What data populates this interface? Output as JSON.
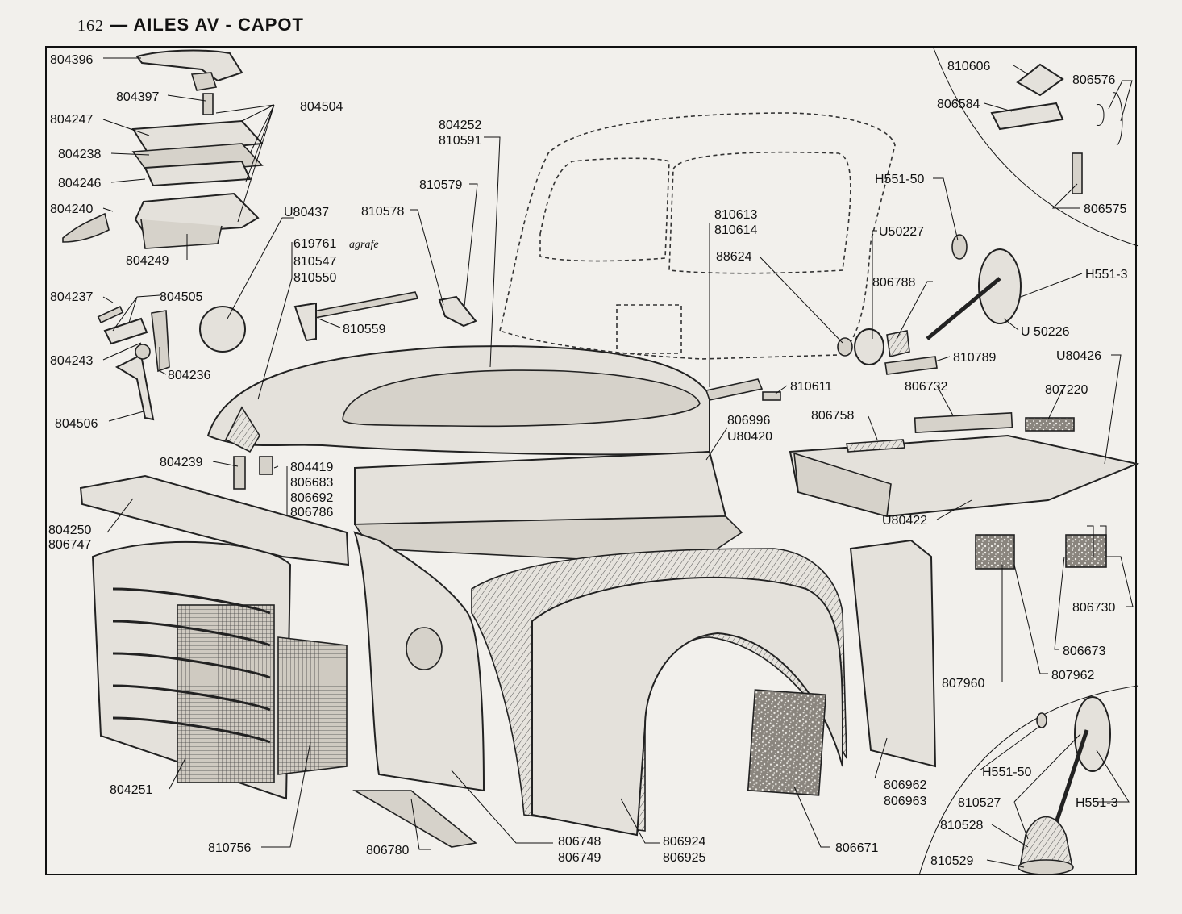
{
  "header": {
    "page_number": "162",
    "title": "— AILES AV - CAPOT"
  },
  "labels": [
    {
      "id": "804396",
      "text": "804396"
    },
    {
      "id": "804397",
      "text": "804397"
    },
    {
      "id": "804504",
      "text": "804504"
    },
    {
      "id": "804247",
      "text": "804247"
    },
    {
      "id": "804238",
      "text": "804238"
    },
    {
      "id": "804246",
      "text": "804246"
    },
    {
      "id": "804240",
      "text": "804240"
    },
    {
      "id": "804249",
      "text": "804249"
    },
    {
      "id": "u80437",
      "text": "U80437"
    },
    {
      "id": "619761",
      "text": "619761"
    },
    {
      "id": "agrafe",
      "text": "agrafe"
    },
    {
      "id": "810547",
      "text": "810547"
    },
    {
      "id": "810550",
      "text": "810550"
    },
    {
      "id": "804237",
      "text": "804237"
    },
    {
      "id": "804505",
      "text": "804505"
    },
    {
      "id": "804243",
      "text": "804243"
    },
    {
      "id": "804236",
      "text": "804236"
    },
    {
      "id": "804506",
      "text": "804506"
    },
    {
      "id": "804252",
      "text": "804252"
    },
    {
      "id": "810591",
      "text": "810591"
    },
    {
      "id": "810579",
      "text": "810579"
    },
    {
      "id": "810578",
      "text": "810578"
    },
    {
      "id": "810559",
      "text": "810559"
    },
    {
      "id": "810613",
      "text": "810613"
    },
    {
      "id": "810614",
      "text": "810614"
    },
    {
      "id": "88624",
      "text": "88624"
    },
    {
      "id": "u50227",
      "text": "U50227"
    },
    {
      "id": "h551-50a",
      "text": "H551-50"
    },
    {
      "id": "810606",
      "text": "810606"
    },
    {
      "id": "806576",
      "text": "806576"
    },
    {
      "id": "806584",
      "text": "806584"
    },
    {
      "id": "806575",
      "text": "806575"
    },
    {
      "id": "h551-3a",
      "text": "H551-3"
    },
    {
      "id": "806788",
      "text": "806788"
    },
    {
      "id": "u50226",
      "text": "U 50226"
    },
    {
      "id": "810789",
      "text": "810789"
    },
    {
      "id": "u80426",
      "text": "U80426"
    },
    {
      "id": "810611",
      "text": "810611"
    },
    {
      "id": "806732",
      "text": "806732"
    },
    {
      "id": "807220",
      "text": "807220"
    },
    {
      "id": "806996",
      "text": "806996"
    },
    {
      "id": "u80420",
      "text": "U80420"
    },
    {
      "id": "806758",
      "text": "806758"
    },
    {
      "id": "804239",
      "text": "804239"
    },
    {
      "id": "804419",
      "text": "804419"
    },
    {
      "id": "806683",
      "text": "806683"
    },
    {
      "id": "806692",
      "text": "806692"
    },
    {
      "id": "806786",
      "text": "806786"
    },
    {
      "id": "u80422",
      "text": "U80422"
    },
    {
      "id": "804250",
      "text": "804250"
    },
    {
      "id": "806747",
      "text": "806747"
    },
    {
      "id": "806730",
      "text": "806730"
    },
    {
      "id": "806673",
      "text": "806673"
    },
    {
      "id": "807962",
      "text": "807962"
    },
    {
      "id": "807960",
      "text": "807960"
    },
    {
      "id": "h551-50b",
      "text": "H551-50"
    },
    {
      "id": "810527",
      "text": "810527"
    },
    {
      "id": "h551-3b",
      "text": "H551-3"
    },
    {
      "id": "810528",
      "text": "810528"
    },
    {
      "id": "810529",
      "text": "810529"
    },
    {
      "id": "806962",
      "text": "806962"
    },
    {
      "id": "806963",
      "text": "806963"
    },
    {
      "id": "804251",
      "text": "804251"
    },
    {
      "id": "810756",
      "text": "810756"
    },
    {
      "id": "806780",
      "text": "806780"
    },
    {
      "id": "806748",
      "text": "806748"
    },
    {
      "id": "806749",
      "text": "806749"
    },
    {
      "id": "806924",
      "text": "806924"
    },
    {
      "id": "806925",
      "text": "806925"
    },
    {
      "id": "806671",
      "text": "806671"
    }
  ]
}
